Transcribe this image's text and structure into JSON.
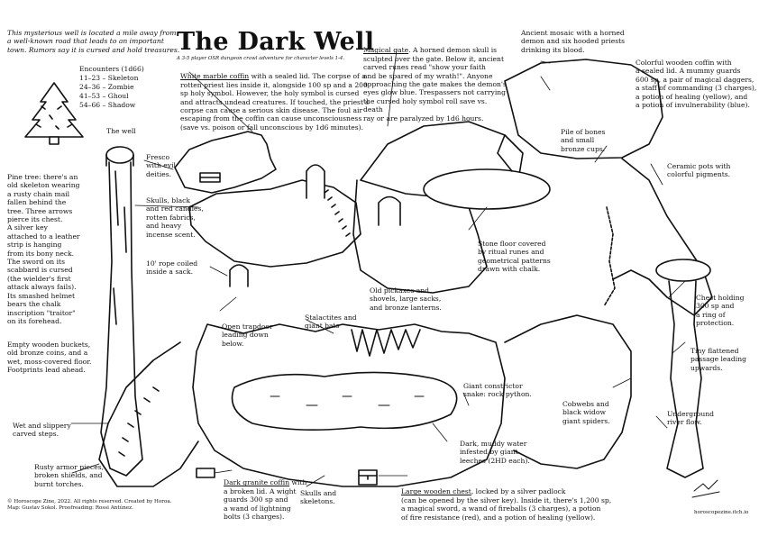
{
  "title": "The Dark Well",
  "subtitle": "A 3-5 player OSR dungeon crawl adventure for character levels 1-4.",
  "intro": "This mysterious well is located a mile away from\na well-known road that leads to an important\ntown. Rumors say it is cursed and hold treasures.",
  "encounters": {
    "heading": "Encounters (1d66)",
    "rows": [
      "11–23 – Skeleton",
      "24–36 – Zombie",
      "41–53 – Ghoul",
      "54–66 – Shadow"
    ]
  },
  "labels": {
    "the_well": "The well",
    "pine_tree": "Pine tree: there's an\nold skeleton wearing\na rusty chain mail\nfallen behind the\ntree. Three arrows\npierce its chest.\nA silver key\nattached to a leather\nstrip is hanging\nfrom its bony neck.\nThe sword on its\nscabbard is cursed\n(the wielder's first\nattack always fails).\nIts smashed helmet\nbears the chalk\ninscription \"traitor\"\non its forehead.",
    "empty_buckets": "Empty wooden buckets,\nold bronze coins, and a\nwet, moss-covered floor.\nFootprints lead ahead.",
    "wet_steps": "Wet and slippery\ncarved steps.",
    "rusty_armor": "Rusty armor pieces,\nbroken shields, and\nburnt torches.",
    "fresco": "Fresco\nwith evil\ndeities.",
    "skulls": "Skulls, black\nand red candles,\nrotten fabrics,\nand heavy\nincense scent.",
    "rope": "10' rope coiled\ninside a sack.",
    "trapdoor": "Open trapdoor\nleading down\nbelow.",
    "white_coffin_head": "White marble coffin",
    "white_coffin": " with a sealed lid. The corpse of a\nrotten priest lies inside it, alongside 100 sp and a 200\nsp holy symbol. However, the holy symbol is cursed\nand attracts undead creatures. If touched, the priest's\ncorpse can cause a serious skin disease. The foul air\nescaping from the coffin can cause unconsciousness\n(save vs. poison or fall unconscious by 1d6 minutes).",
    "magical_gate_head": "Magical gate",
    "magical_gate": ". A horned demon skull is\nsculpted over the gate. Below it, ancient\ncarved runes read \"show your faith\nand be spared of my wrath!\". Anyone\napproaching the gate makes the demon's\neyes glow blue. Trespassers not carrying\nthe cursed holy symbol roll save vs. death\nray or are paralyzed by 1d6 hours.",
    "mosaic": "Ancient mosaic with a horned\ndemon and six hooded priests\ndrinking its blood.",
    "colorful_coffin": "Colorful wooden coffin with\na sealed lid. A mummy guards\n600 sp, a pair of magical daggers,\na staff of commanding (3 charges),\na potion of healing (yellow), and\na potion of invulnerability (blue).",
    "bones": "Pile of bones\nand small\nbronze cups.",
    "pots": "Ceramic pots with\ncolorful pigments.",
    "stone_floor": "Stone floor covered\nby ritual runes and\ngeometrical patterns\ndrawn with chalk.",
    "pickaxes": "Old pickaxes and\nshovels, large sacks,\nand bronze lanterns.",
    "stalactites": "Stalactites and\ngiant bats",
    "chest300": "Chest holding\n300 sp and\na ring of\nprotection.",
    "tiny_passage": "Tiny flattened\npassage leading\nupwards.",
    "constrictor": "Giant constrictor\nsnake: rock python.",
    "cobwebs": "Cobwebs and\nblack widow\ngiant spiders.",
    "river": "Underground\nriver flow.",
    "muddy": "Dark, muddy water\ninfested by giant\nleeches (2HD each).",
    "granite_head": "Dark granite coffin",
    "granite": " with\na broken lid. A wight\nguards 300 sp and\na wand of lightning\nbolts (3 charges).",
    "skeletons": "Skulls and\nskeletons.",
    "large_chest_head": "Large wooden chest",
    "large_chest": ", locked by a silver padlock\n(can be opened by the silver key). Inside it, there's 1,200 sp,\na magical sword, a wand of fireballs (3 charges), a potion\nof fire resistance (red), and a potion of healing (yellow).",
    "credits": "© Horoscope Zine, 2022. All rights reserved. Created by Horoa.\nMap: Gustav Sokol. Proofreading: Rossi Antúnez.",
    "website": "horoscopezine.itch.io"
  }
}
